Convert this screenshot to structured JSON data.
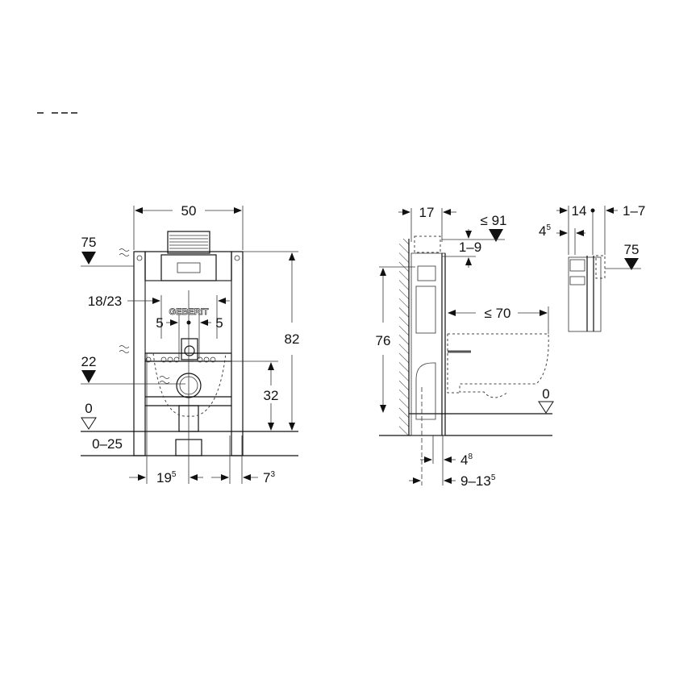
{
  "title_fragment": "",
  "front_view": {
    "width_label": "50",
    "flush_plate_height_label": "75",
    "flush_plate_width_label": "18/23",
    "offset_left_label": "5",
    "offset_right_label": "5",
    "total_height_label": "82",
    "water_inlet_height_label": "22",
    "outlet_height_label": "32",
    "floor_level_label": "0",
    "floor_adjust_label": "0–25",
    "center_distance_label": "19",
    "center_distance_sup": "5",
    "side_offset_label": "7",
    "side_offset_sup": "3",
    "brand_text": "GEBERIT"
  },
  "side_view": {
    "depth_label": "17",
    "max_height_label": "≤ 91",
    "plate_adjust_label": "1–9",
    "mount_height_label": "76",
    "max_projection_label": "≤ 70",
    "floor_level_label": "0",
    "pipe_offset_label": "4",
    "pipe_offset_sup": "8",
    "wall_distance_label": "9–13",
    "wall_distance_sup": "5"
  },
  "detail_view": {
    "depth_label": "14",
    "plate_range_label": "1–7",
    "offset_label": "4",
    "offset_sup": "5",
    "height_label": "75"
  }
}
